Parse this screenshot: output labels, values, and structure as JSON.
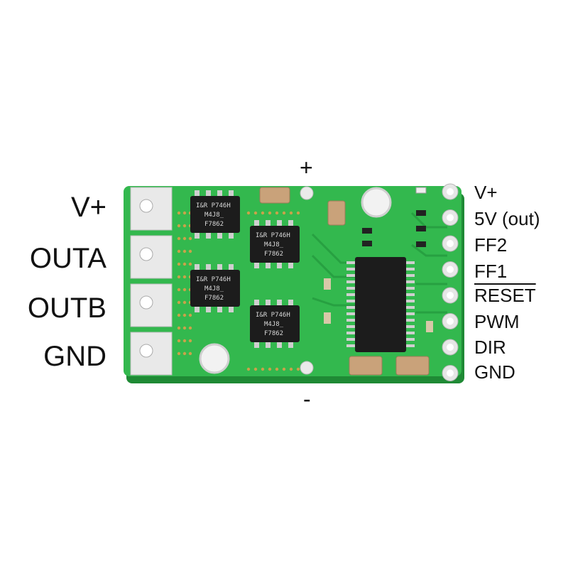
{
  "top_sign": "+",
  "bottom_sign": "-",
  "left_terminals": [
    "V+",
    "OUTA",
    "OUTB",
    "GND"
  ],
  "right_pins": [
    {
      "label": "V+",
      "overline": false
    },
    {
      "label": "5V (out)",
      "overline": false
    },
    {
      "label": "FF2",
      "overline": false
    },
    {
      "label": "FF1",
      "overline": false
    },
    {
      "label": "RESET",
      "overline": true
    },
    {
      "label": "PWM",
      "overline": false
    },
    {
      "label": "DIR",
      "overline": false
    },
    {
      "label": "GND",
      "overline": false
    }
  ],
  "mosfets": [
    {
      "lines": [
        "I&R P746H",
        "M4J8_",
        "F7862"
      ]
    },
    {
      "lines": [
        "I&R P746H",
        "M4J8_",
        "F7862"
      ]
    },
    {
      "lines": [
        "I&R P746H",
        "M4J8_",
        "F7862"
      ]
    },
    {
      "lines": [
        "I&R P746H",
        "M4J8_",
        "F7862"
      ]
    }
  ],
  "colors": {
    "board": "#2fb34a",
    "board_dark": "#1f8a35",
    "chip": "#1c1c1c",
    "pad": "#e8e8e8",
    "cap": "#c9a27a"
  }
}
